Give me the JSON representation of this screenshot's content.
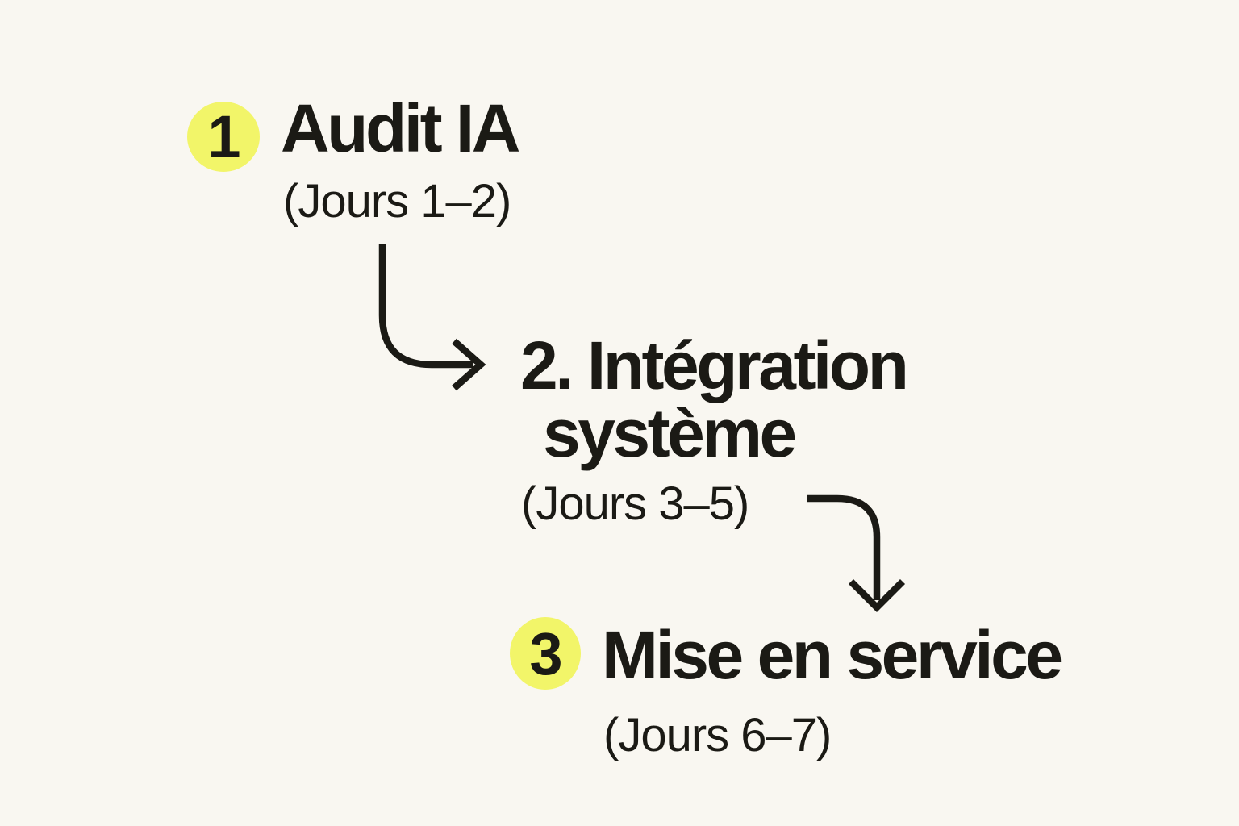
{
  "colors": {
    "background": "#f9f7f1",
    "ink": "#1b1a15",
    "badge": "#f2f569"
  },
  "steps": [
    {
      "badge": "1",
      "title": "Audit IA",
      "subtitle": "(Jours 1–2)"
    },
    {
      "title_line1": "2. Intégration",
      "title_line2": "système",
      "subtitle": "(Jours 3–5)"
    },
    {
      "badge": "3",
      "title": "Mise en service",
      "subtitle": "(Jours 6–7)"
    }
  ]
}
